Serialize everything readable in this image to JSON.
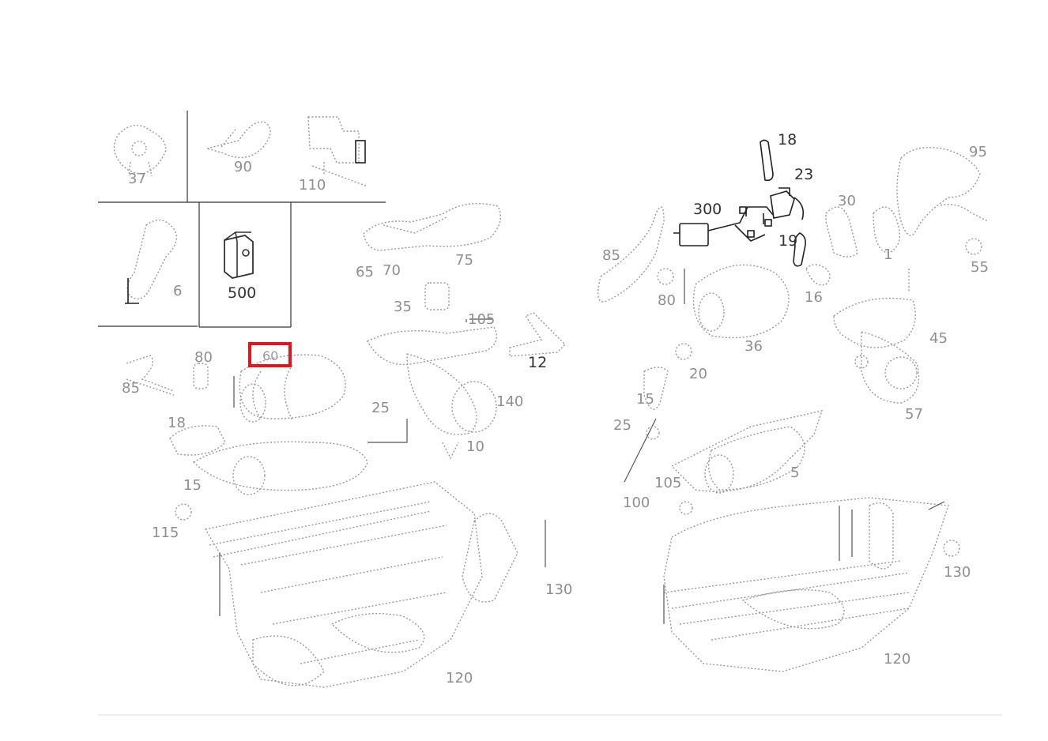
{
  "highlight": {
    "label": "60",
    "color": "#e0161b"
  },
  "labels": {
    "l_37": "37",
    "l_90": "90",
    "l_110": "110",
    "l_6": "6",
    "l_500": "500",
    "l_65": "65",
    "l_70": "70",
    "l_75": "75",
    "l_35": "35",
    "l_105a": "105",
    "l_12": "12",
    "l_85a": "85",
    "l_80a": "80",
    "l_25a": "25",
    "l_140": "140",
    "l_10": "10",
    "l_18a": "18",
    "l_15a": "15",
    "l_115": "115",
    "l_130a": "130",
    "l_120a": "120",
    "l_18": "18",
    "l_23": "23",
    "l_300": "300",
    "l_19": "19",
    "l_30": "30",
    "l_85b": "85",
    "l_95": "95",
    "l_1": "1",
    "l_55": "55",
    "l_80b": "80",
    "l_16": "16",
    "l_45": "45",
    "l_36": "36",
    "l_20": "20",
    "l_25b": "25",
    "l_105b": "105",
    "l_100": "100",
    "l_5": "5",
    "l_130b": "130",
    "l_120b": "120",
    "l_57": "57"
  }
}
